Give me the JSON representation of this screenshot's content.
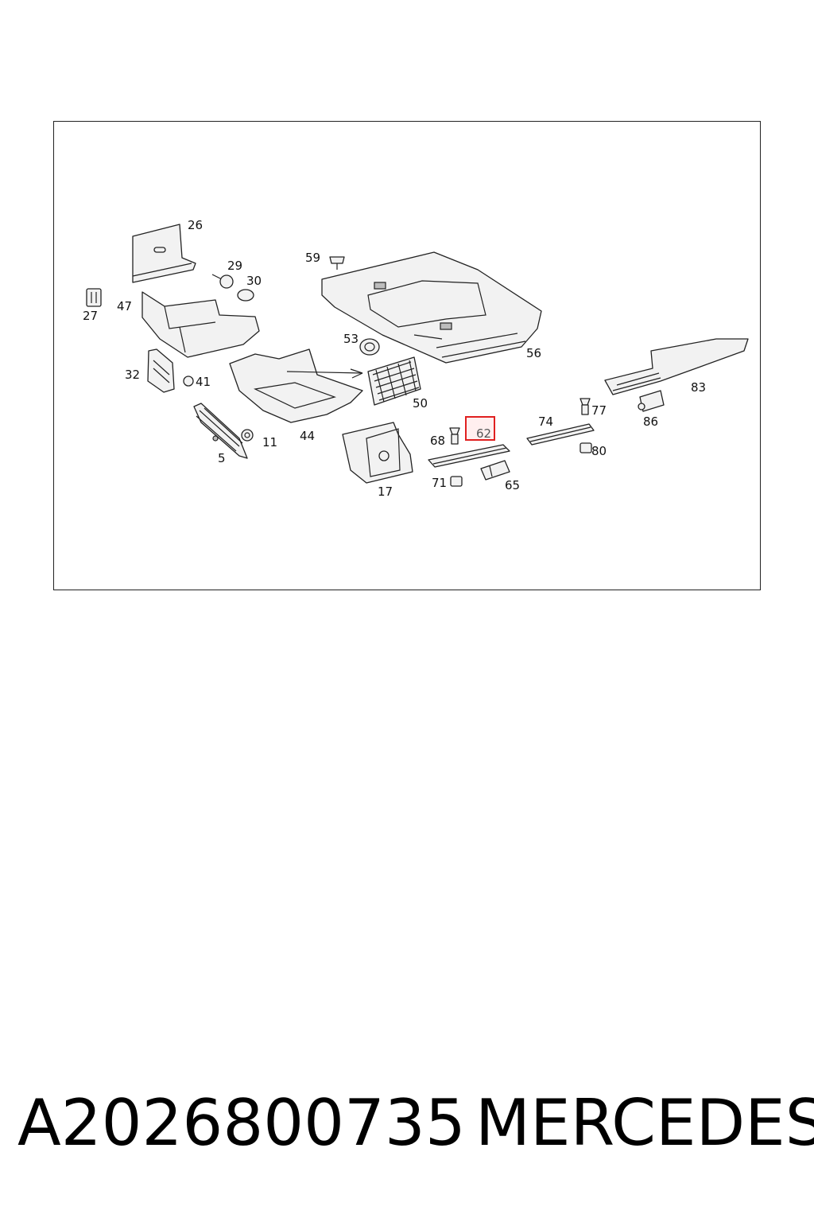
{
  "diagram": {
    "callouts": [
      {
        "id": "26",
        "label": "26"
      },
      {
        "id": "29",
        "label": "29"
      },
      {
        "id": "30",
        "label": "30"
      },
      {
        "id": "27",
        "label": "27"
      },
      {
        "id": "47",
        "label": "47"
      },
      {
        "id": "32",
        "label": "32"
      },
      {
        "id": "41",
        "label": "41"
      },
      {
        "id": "5",
        "label": "5"
      },
      {
        "id": "11",
        "label": "11"
      },
      {
        "id": "44",
        "label": "44"
      },
      {
        "id": "59",
        "label": "59"
      },
      {
        "id": "53",
        "label": "53"
      },
      {
        "id": "56",
        "label": "56"
      },
      {
        "id": "50",
        "label": "50"
      },
      {
        "id": "17",
        "label": "17"
      },
      {
        "id": "68",
        "label": "68"
      },
      {
        "id": "62",
        "label": "62"
      },
      {
        "id": "71",
        "label": "71"
      },
      {
        "id": "65",
        "label": "65"
      },
      {
        "id": "74",
        "label": "74"
      },
      {
        "id": "77",
        "label": "77"
      },
      {
        "id": "80",
        "label": "80"
      },
      {
        "id": "83",
        "label": "83"
      },
      {
        "id": "86",
        "label": "86"
      }
    ],
    "highlighted_callout": "62",
    "highlight_color": "#e02020"
  },
  "footer": {
    "part_number": "A2026800735",
    "brand": "MERCEDES"
  }
}
